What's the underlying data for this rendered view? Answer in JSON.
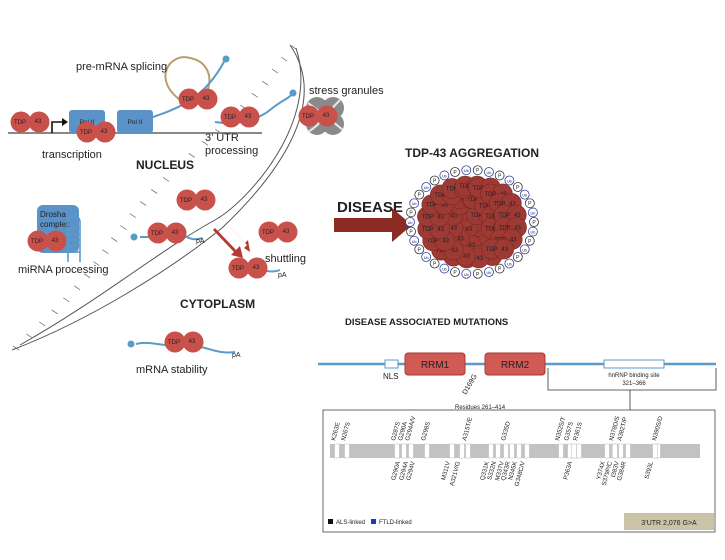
{
  "protein_label_a": "TDP",
  "protein_label_b": "43",
  "processes": {
    "pre_mrna_splicing": "pre-mRNA splicing",
    "transcription": "transcription",
    "utr_processing_line1": "3’ UTR",
    "utr_processing_line2": "processing",
    "stress_granules": "stress granules",
    "mirna_processing": "miRNA processing",
    "drosha_line1": "Drosha",
    "drosha_line2": "complex",
    "shuttling": "shuttling",
    "mrna_stability": "mRNA stability",
    "polii": "Pol II",
    "polya": "pA"
  },
  "compartments": {
    "nucleus": "NUCLEUS",
    "cytoplasm": "CYTOPLASM"
  },
  "disease": {
    "arrow_label": "DISEASE",
    "aggregation_title": "TDP-43 AGGREGATION",
    "phospho_label": "P",
    "ubiquitin_label": "Ub"
  },
  "mutations": {
    "title": "DISEASE ASSOCIATED MUTATIONS",
    "domains": {
      "nls": "NLS",
      "rrm1": "RRM1",
      "rrm2": "RRM2"
    },
    "d169g": "D169G",
    "hnrnp_line1": "hnRNP binding site",
    "hnrnp_line2": "321–366",
    "residues": "Residues 261–414",
    "top_blue": [
      "K263E",
      "N267S"
    ],
    "top_black": [
      "G287S",
      "G290A",
      "G294A/V",
      "G298S",
      "A315T/E",
      "G335D",
      "N352S/T",
      "G357S",
      "R361S",
      "N378D/S",
      "A382T/P",
      "N390S/D"
    ],
    "bottom_black": [
      "G290A",
      "G294A",
      "G294V",
      "M311V",
      "A321V/G",
      "Q331K",
      "S332N",
      "M337V",
      "Q343R",
      "N345K",
      "G348C/V",
      "P363A",
      "Y374X",
      "S379P/C",
      "I383V",
      "G384R",
      "S393L"
    ],
    "legend": {
      "als": "ALS-linked",
      "ftld": "FTLD-linked",
      "als_color": "#111111",
      "ftld_color": "#1a39c4"
    },
    "utr_box": "3’UTR 2,076 G>A"
  },
  "colors": {
    "tdp": "#c8514b",
    "polii": "#5b93c9",
    "strand": "#5a9bc9",
    "aggregate": "#9e3a34",
    "arrow": "#8c2a24",
    "grey_bar": "#c2c2c2"
  }
}
